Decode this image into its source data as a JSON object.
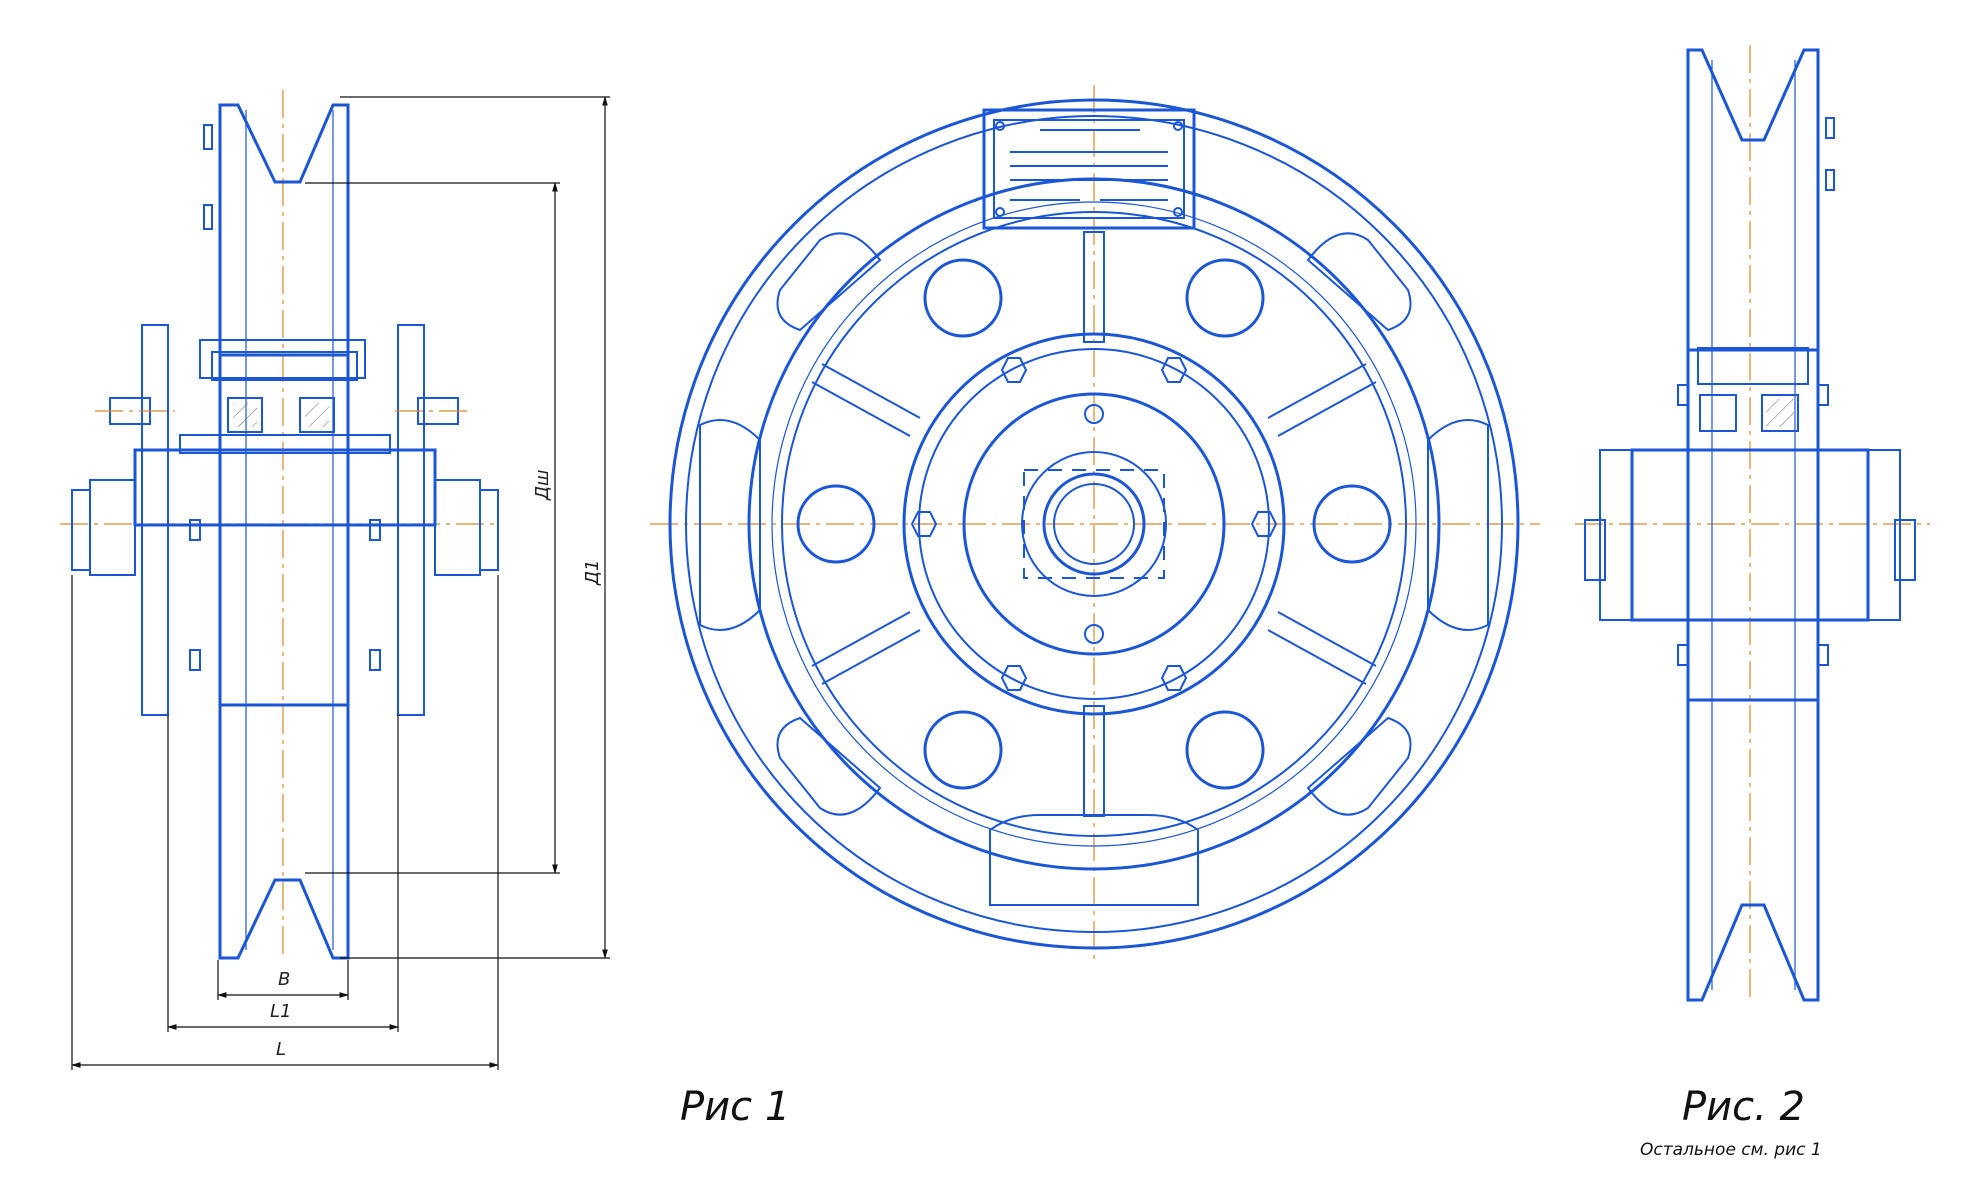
{
  "figure1": {
    "caption": "Рис 1",
    "dimensions": {
      "B": "B",
      "L1": "L1",
      "L": "L",
      "Dsh": "Дш",
      "D1": "Д1"
    }
  },
  "figure2": {
    "caption": "Рис. 2",
    "note": "Остальное см. рис 1"
  },
  "colors": {
    "linework": "#1a56d6",
    "centerline": "#d8892a",
    "dimension": "#111111",
    "hatching": "#6b6b6b"
  }
}
